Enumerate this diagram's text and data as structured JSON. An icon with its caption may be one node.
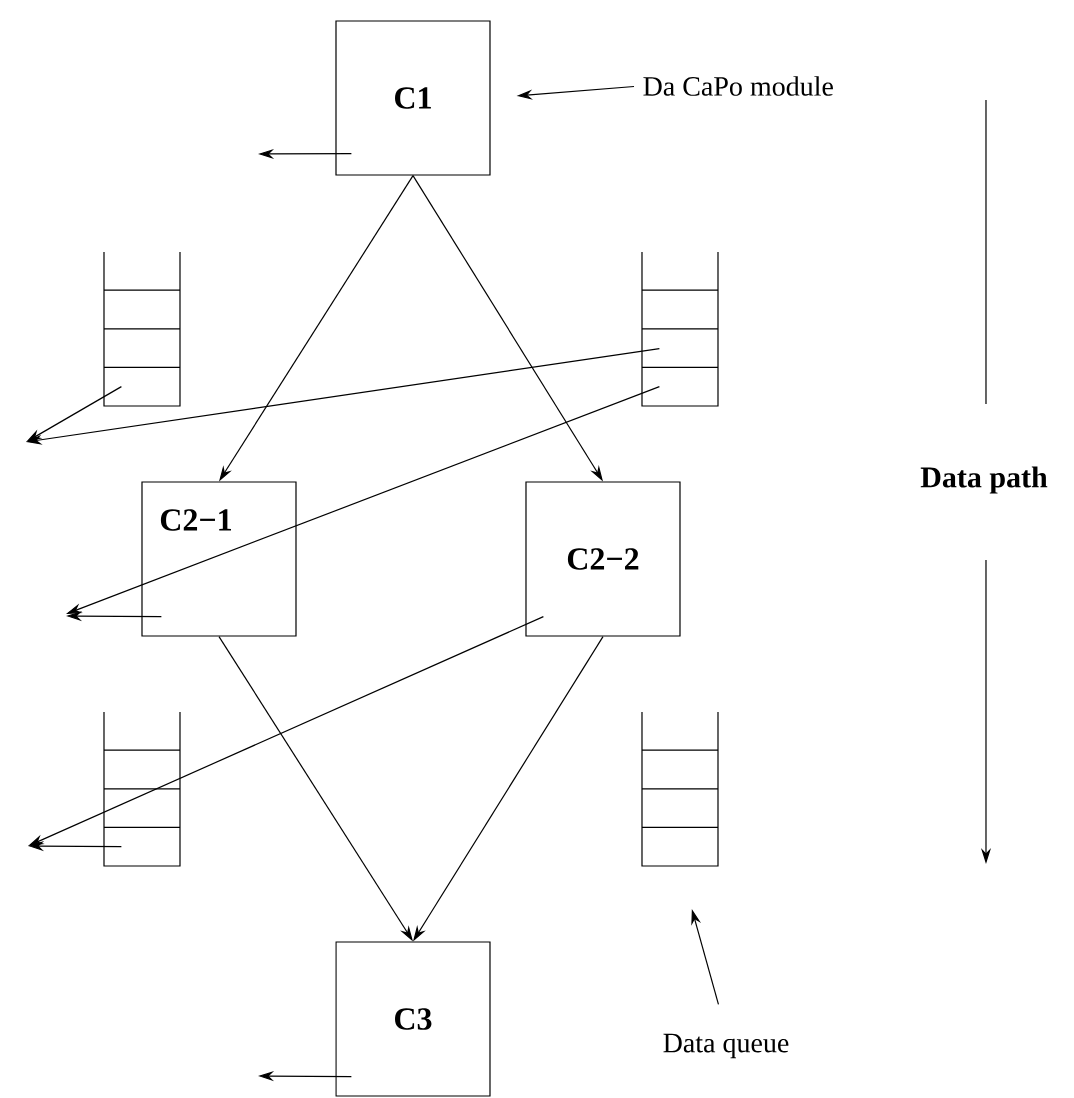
{
  "diagram": {
    "nodes": [
      {
        "text": [
          "C1"
        ]
      },
      {
        "text": [
          "C2−1"
        ]
      },
      {
        "text": [
          "C2−2"
        ]
      },
      {
        "text": [
          "C3"
        ]
      },
      {
        "text": [],
        "shape": "box"
      },
      {
        "text": [],
        "shape": "box"
      },
      {
        "text": [],
        "shape": "box"
      },
      {
        "text": [],
        "shape": "box"
      },
      {
        "text": [
          "Da CaPo module"
        ]
      },
      {
        "text": [
          "Data queue"
        ]
      }
    ],
    "edges": [
      {
        "from": 0,
        "to": 1,
        "arrow": "to"
      },
      {
        "from": 0,
        "to": 2,
        "arrow": "to"
      },
      {
        "from": 1,
        "to": 3,
        "arrow": "to"
      },
      {
        "from": 2,
        "to": 3,
        "arrow": "to"
      },
      {
        "from": 0,
        "to": null,
        "arrow": "to"
      },
      {
        "from": 1,
        "to": null,
        "arrow": "to"
      },
      {
        "from": 3,
        "to": null,
        "arrow": "to"
      },
      {
        "from": 4,
        "to": null,
        "arrow": "to"
      },
      {
        "from": 5,
        "to": null,
        "arrow": "to"
      },
      {
        "from": 5,
        "to": null,
        "arrow": "to"
      },
      {
        "from": 2,
        "to": null,
        "arrow": "to"
      },
      {
        "from": 6,
        "to": null,
        "arrow": "to"
      },
      {
        "from": 8,
        "to": 0,
        "arrow": "to"
      },
      {
        "from": 9,
        "to": 7,
        "arrow": "to"
      }
    ],
    "labels": [
      "Data path"
    ]
  }
}
